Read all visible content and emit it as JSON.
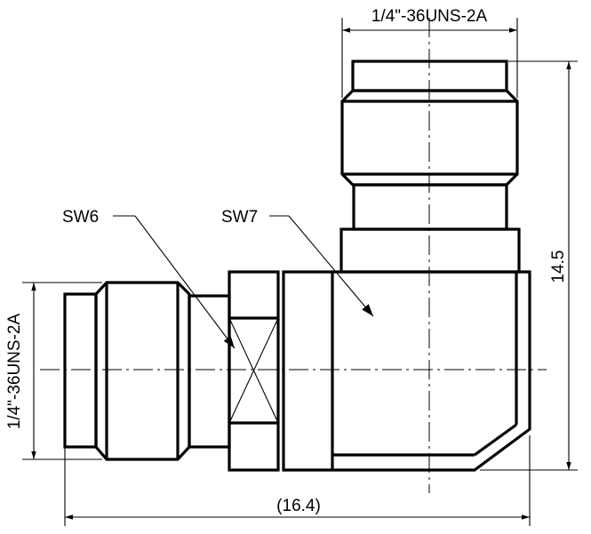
{
  "drawing": {
    "thread_top": "1/4\"-36UNS-2A",
    "thread_left": "1/4\"-36UNS-2A",
    "height_dim": "14.5",
    "width_dim": "(16.4)",
    "wrench_label_1": "SW6",
    "wrench_label_2": "SW7"
  }
}
